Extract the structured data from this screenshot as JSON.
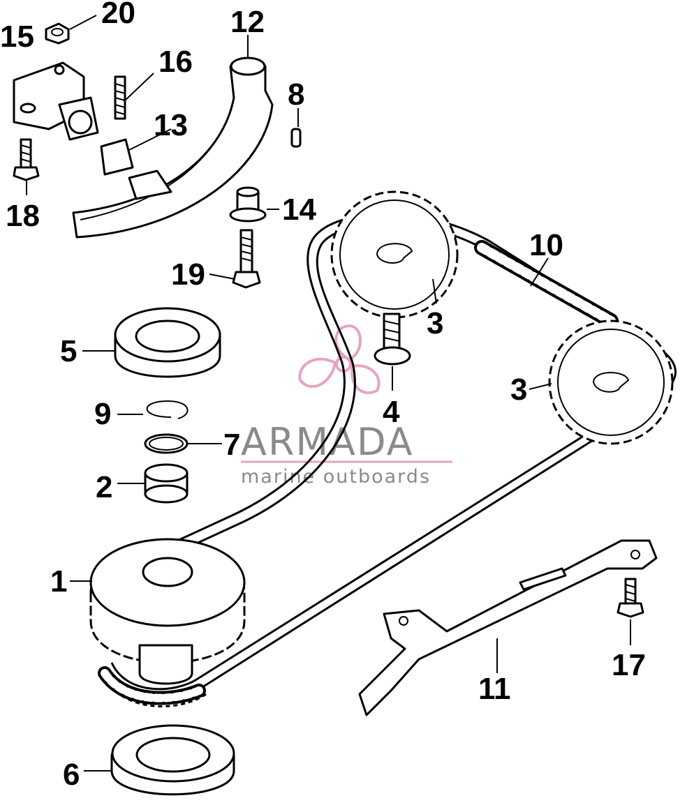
{
  "diagram": {
    "callouts": [
      "20",
      "15",
      "12",
      "16",
      "8",
      "13",
      "18",
      "14",
      "19",
      "10",
      "3",
      "5",
      "4",
      "3",
      "9",
      "7",
      "2",
      "1",
      "17",
      "11",
      "6"
    ]
  },
  "watermark": {
    "brand": "ARMADA",
    "tagline": "marine outboards",
    "color": "#e8a3c4"
  }
}
